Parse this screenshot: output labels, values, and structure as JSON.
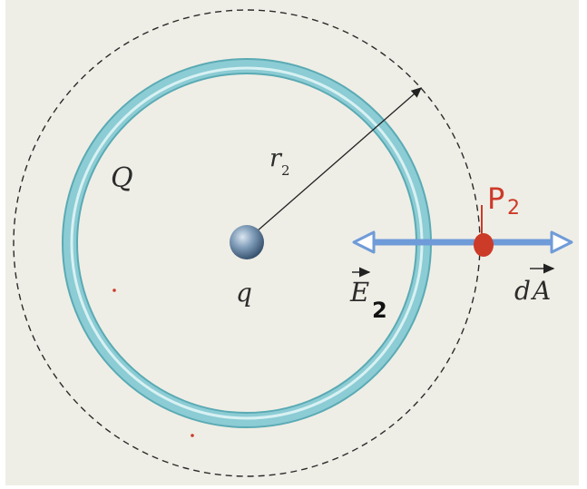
{
  "labels": {
    "shell_charge": "Q",
    "point_charge": "q",
    "radius_main": "r",
    "radius_sub": "2",
    "point_main": "P",
    "point_sub": "2",
    "field_main": "E",
    "field_sub": "2",
    "area_prefix": "d",
    "area_main": "A"
  },
  "colors": {
    "background": "#efeee6",
    "shell": "#8cccd4",
    "shell_edge": "#5aaab4",
    "shell_highlight": "#d8f1f3",
    "charge_sphere": "#5f7f9c",
    "dashed_surface": "#2a2a2a",
    "arrow": "#6f9bd8",
    "point": "#cc3a28",
    "point_label": "#cc3a28",
    "text": "#2b2b2b"
  }
}
